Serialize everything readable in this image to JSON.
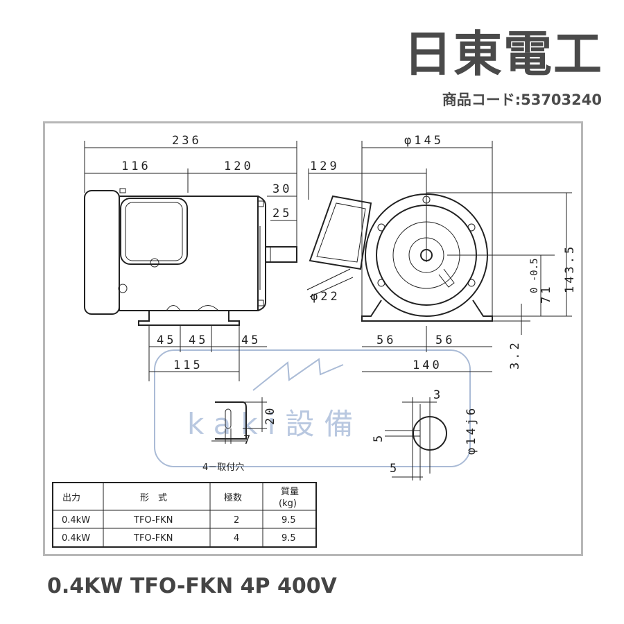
{
  "brand": "日東電工",
  "product_code": "商品コード:53703240",
  "caption": "0.4KW TFO-FKN 4P 400V",
  "watermark": "kaki設備",
  "dims": {
    "overall_length": "236",
    "front": "116",
    "rear": "120",
    "shaft_len": "30",
    "key_len": "25",
    "foot_a": "45",
    "foot_b": "45",
    "foot_c": "45",
    "base_len": "115",
    "dia_frame": "φ145",
    "side_129": "129",
    "conduit_dia": "φ22",
    "height_total": "143.5",
    "shaft_height": "71",
    "shaft_height_tol": "0 -0.5",
    "foot_thick": "3.2",
    "foot_half_a": "56",
    "foot_half_b": "56",
    "base_width": "140",
    "slot_h": "20",
    "slot_w": "7",
    "slot_note": "4－取付穴",
    "key_w": "3",
    "key_d": "5",
    "key_off": "5",
    "shaft_dia": "φ14j6"
  },
  "table": {
    "headers": [
      "出力",
      "形　式",
      "極数",
      "質量",
      "(kg)"
    ],
    "rows": [
      [
        "0.4kW",
        "TFO-FKN",
        "2",
        "9.5"
      ],
      [
        "0.4kW",
        "TFO-FKN",
        "4",
        "9.5"
      ]
    ]
  }
}
